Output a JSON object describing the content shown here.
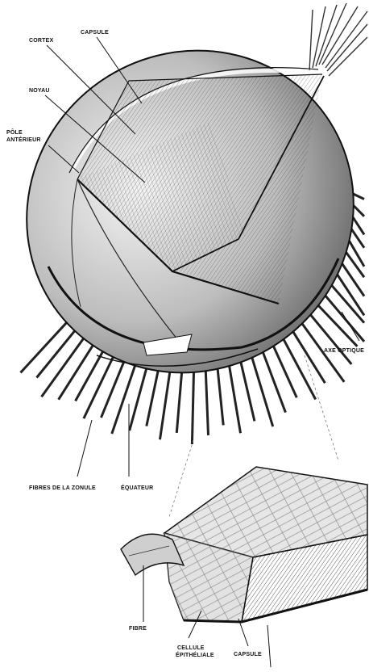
{
  "labels": {
    "cortex": "CORTEX",
    "capsule_top": "CAPSULE",
    "noyau": "NOYAU",
    "pole_line1": "PÔLE",
    "pole_line2": "ANTÉRIEUR",
    "axe_optique": "AXE OPTIQUE",
    "fibres_zonule": "FIBRES DE LA ZONULE",
    "equateur": "ÉQUATEUR",
    "fibre": "FIBRE",
    "cellule_line1": "CELLULE",
    "cellule_line2": "ÉPITHÉLIALE",
    "capsule_bottom": "CAPSULE"
  },
  "colors": {
    "ink": "#111111",
    "shade": "#6a6a6a",
    "light": "#d9d9d9",
    "paper": "#ffffff"
  }
}
